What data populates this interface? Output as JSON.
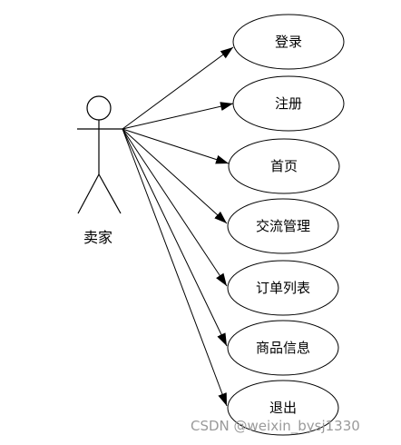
{
  "actor": {
    "label": "卖家"
  },
  "use_cases": [
    {
      "label": "登录"
    },
    {
      "label": "注册"
    },
    {
      "label": "首页"
    },
    {
      "label": "交流管理"
    },
    {
      "label": "订单列表"
    },
    {
      "label": "商品信息"
    },
    {
      "label": "退出"
    }
  ],
  "watermark": "CSDN @weixin_bysj1330"
}
